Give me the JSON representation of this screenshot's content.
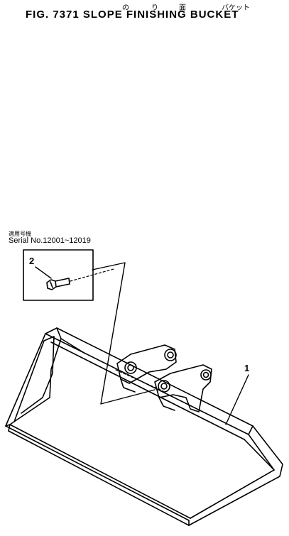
{
  "header": {
    "furigana": [
      "の",
      "り",
      "面",
      "バケット"
    ],
    "title": "FIG. 7371   SLOPE  FINISHING  BUCKET"
  },
  "inset": {
    "applicability_jp": "適用号機",
    "serial": "Serial No.12001~12019"
  },
  "callouts": {
    "bolt": "2",
    "bucket": "1"
  }
}
